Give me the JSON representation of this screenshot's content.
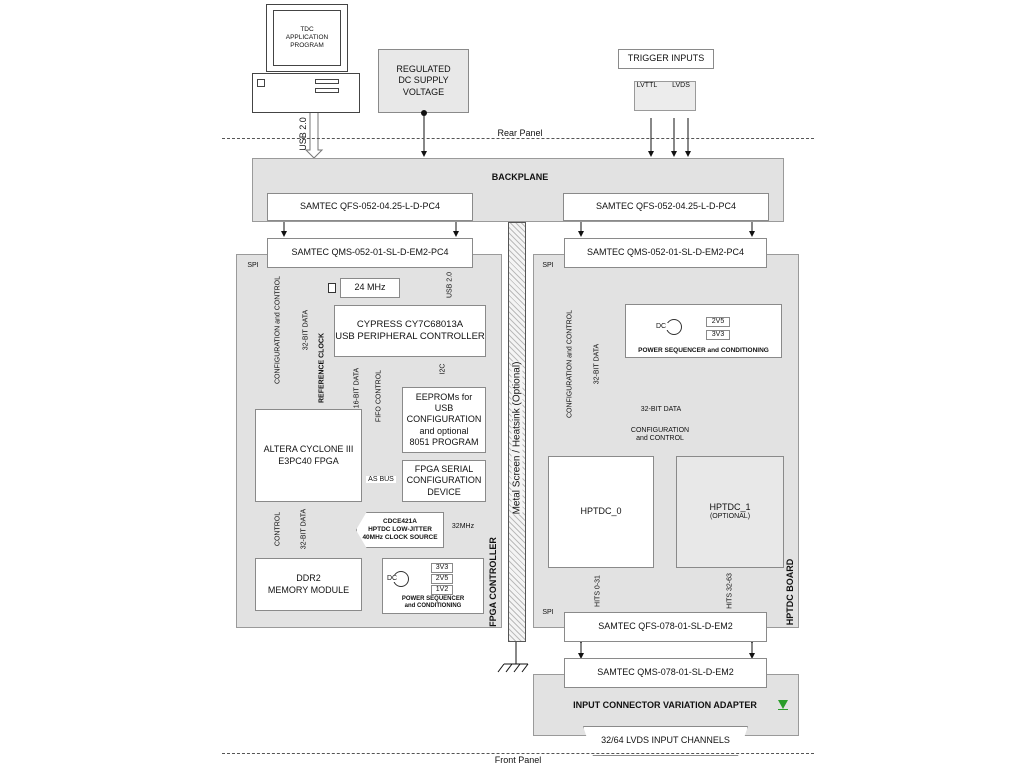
{
  "top": {
    "pc": "TDC\nAPPLICATION\nPROGRAM",
    "dc_supply": "REGULATED\nDC SUPPLY\nVOLTAGE",
    "trigger": "TRIGGER INPUTS",
    "lvttl": "LVTTL",
    "lvds": "LVDS",
    "usb": "USB 2.0"
  },
  "panels": {
    "rear": "Rear Panel",
    "front": "Front Panel"
  },
  "backplane": {
    "title": "BACKPLANE",
    "left_conn": "SAMTEC QFS-052-04.25-L-D-PC4",
    "right_conn": "SAMTEC QFS-052-04.25-L-D-PC4"
  },
  "fpga": {
    "label": "FPGA CONTROLLER",
    "conn": "SAMTEC QMS-052-01-SL-D-EM2-PC4",
    "spi": "SPI",
    "mhz24": "24 MHz",
    "cypress": "CYPRESS CY7C68013A\nUSB PERIPHERAL CONTROLLER",
    "usb": "USB 2.0",
    "i2c": "I2C",
    "eeprom": "EEPROMs for\nUSB\nCONFIGURATION\nand optional\n8051 PROGRAM",
    "altera": "ALTERA CYCLONE III\nE3PC40 FPGA",
    "as_bus": "AS BUS",
    "serial": "FPGA SERIAL\nCONFIGURATION\nDEVICE",
    "config_ctrl": "CONFIGURATION and CONTROL",
    "data32": "32-BIT DATA",
    "ref_clock": "REFERENCE CLOCK",
    "data16": "16-BIT DATA",
    "fifo": "FIFO CONTROL",
    "cdce": "CDCE421A\nHPTDC LOW-JITTER\n40MHz CLOCK SOURCE",
    "mhz32": "32MHz",
    "control": "CONTROL",
    "ddr": "DDR2\nMEMORY MODULE",
    "dc": "DC",
    "v1": "3V3",
    "v2": "2V5",
    "v3": "1V2",
    "power": "POWER SEQUENCER\nand CONDITIONING"
  },
  "metal": "Metal Screen / Heatsink (Optional)",
  "hptdc": {
    "label": "HPTDC BOARD",
    "conn_top": "SAMTEC QMS-052-01-SL-D-EM2-PC4",
    "spi_top": "SPI",
    "spi_bottom": "SPI",
    "config_ctrl": "CONFIGURATION and CONTROL",
    "data32": "32-BIT DATA",
    "data32_h": "32-BIT DATA",
    "config_h": "CONFIGURATION\nand CONTROL",
    "dc": "DC",
    "v1": "2V5",
    "v2": "3V3",
    "power": "POWER SEQUENCER and CONDITIONING",
    "hptdc0": "HPTDC_0",
    "hptdc1": "HPTDC_1",
    "optional": "(OPTIONAL)",
    "hits0": "HITS 0-31",
    "hits1": "HITS 32-63",
    "conn_bottom": "SAMTEC QFS-078-01-SL-D-EM2"
  },
  "adapter": {
    "conn": "SAMTEC QMS-078-01-SL-D-EM2",
    "title": "INPUT CONNECTOR VARIATION ADAPTER",
    "channels": "32/64 LVDS INPUT CHANNELS"
  }
}
